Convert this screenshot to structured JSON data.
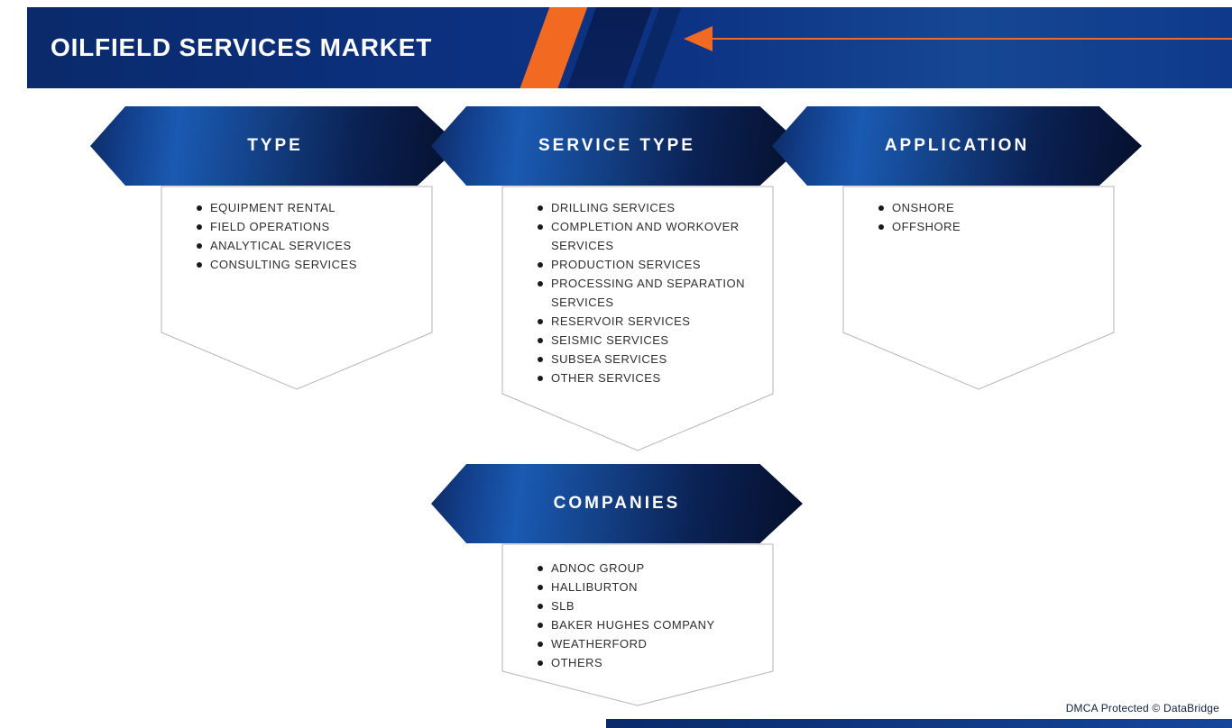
{
  "header": {
    "title": "OILFIELD SERVICES MARKET"
  },
  "colors": {
    "accent_orange": "#f26a21",
    "navy_dark": "#0a2a6b",
    "banner_blue": "#1a5ab2",
    "banner_dark": "#050f2b"
  },
  "sections": [
    {
      "label": "TYPE",
      "items": [
        "EQUIPMENT RENTAL",
        "FIELD OPERATIONS",
        "ANALYTICAL SERVICES",
        "CONSULTING SERVICES"
      ]
    },
    {
      "label": "SERVICE TYPE",
      "items": [
        "DRILLING SERVICES",
        "COMPLETION AND WORKOVER SERVICES",
        "PRODUCTION SERVICES",
        "PROCESSING AND SEPARATION SERVICES",
        "RESERVOIR SERVICES",
        "SEISMIC SERVICES",
        "SUBSEA SERVICES",
        "OTHER SERVICES"
      ]
    },
    {
      "label": "APPLICATION",
      "items": [
        "ONSHORE",
        "OFFSHORE"
      ]
    },
    {
      "label": "COMPANIES",
      "items": [
        "ADNOC GROUP",
        "HALLIBURTON",
        "SLB",
        "BAKER HUGHES COMPANY",
        "WEATHERFORD",
        "OTHERS"
      ]
    }
  ],
  "footer": {
    "dmca": "DMCA Protected © DataBridge"
  }
}
